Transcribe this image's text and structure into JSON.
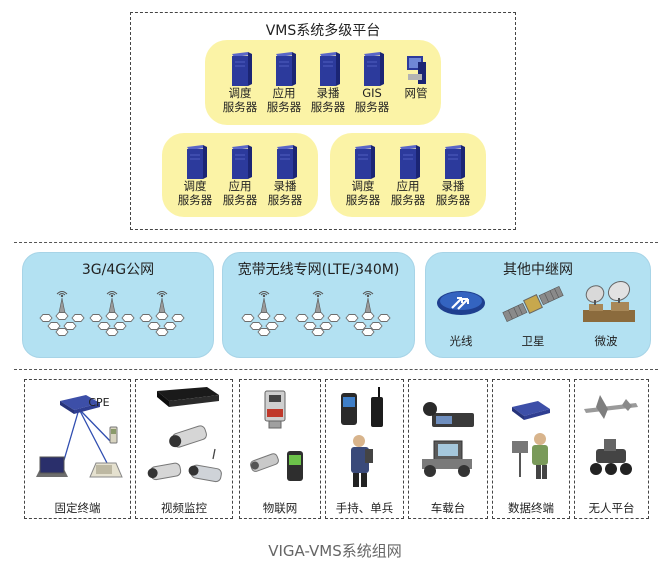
{
  "platform": {
    "title": "VMS系统多级平台",
    "top_servers": [
      {
        "label": "调度\n服务器"
      },
      {
        "label": "应用\n服务器"
      },
      {
        "label": "录播\n服务器"
      },
      {
        "label": "GIS\n服务器"
      },
      {
        "label": "网管"
      }
    ],
    "left_servers": [
      {
        "label": "调度\n服务器"
      },
      {
        "label": "应用\n服务器"
      },
      {
        "label": "录播\n服务器"
      }
    ],
    "right_servers": [
      {
        "label": "调度\n服务器"
      },
      {
        "label": "应用\n服务器"
      },
      {
        "label": "录播\n服务器"
      }
    ]
  },
  "networks": {
    "public": {
      "title": "3G/4G公网"
    },
    "private": {
      "title": "宽带无线专网(LTE/340M)"
    },
    "relay": {
      "title": "其他中继网",
      "items": [
        "光线",
        "卫星",
        "微波"
      ]
    }
  },
  "terminals": {
    "fixed": {
      "caption": "固定终端",
      "cpe_label": "CPE"
    },
    "video": {
      "caption": "视频监控"
    },
    "iot": {
      "caption": "物联网"
    },
    "handheld": {
      "caption": "手持、单兵"
    },
    "vehicle": {
      "caption": "车载台"
    },
    "data": {
      "caption": "数据终端"
    },
    "unmanned": {
      "caption": "无人平台"
    }
  },
  "footer": {
    "caption": "VIGA-VMS系统组网"
  },
  "colors": {
    "yellow": "#fbf3a6",
    "blue": "#b3e1f2",
    "server": "#2c3a9c"
  }
}
